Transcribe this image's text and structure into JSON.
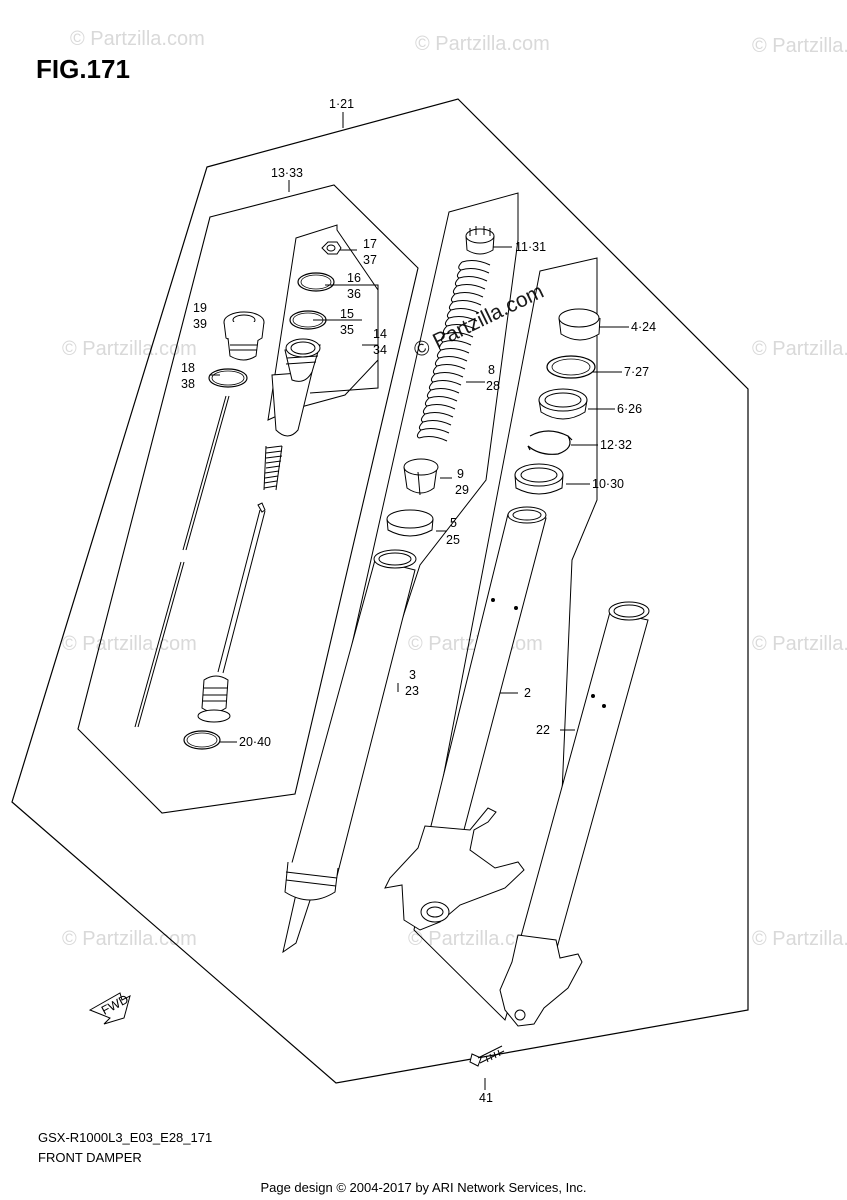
{
  "figure": {
    "title": "FIG.171",
    "code": "GSX-R1000L3_E03_E28_171",
    "caption": "FRONT DAMPER"
  },
  "footer": "Page design © 2004-2017 by ARI Network Services, Inc.",
  "watermark": {
    "small": "© Partzilla.com",
    "large": "© Partzilla.com"
  },
  "direction_label": "FWD",
  "callouts": {
    "c1_21": "1·21",
    "c13_33": "13·33",
    "c17": "17",
    "c37": "37",
    "c16": "16",
    "c36": "36",
    "c15": "15",
    "c35": "35",
    "c14": "14",
    "c34": "34",
    "c19": "19",
    "c39": "39",
    "c18": "18",
    "c38": "38",
    "c11_31": "11·31",
    "c8": "8",
    "c28": "28",
    "c9": "9",
    "c29": "29",
    "c5": "5",
    "c25": "25",
    "c3": "3",
    "c23": "23",
    "c4_24": "4·24",
    "c7_27": "7·27",
    "c6_26": "6·26",
    "c12_32": "12·32",
    "c10_30": "10·30",
    "c2": "2",
    "c22": "22",
    "c20_40": "20·40",
    "c41": "41"
  }
}
